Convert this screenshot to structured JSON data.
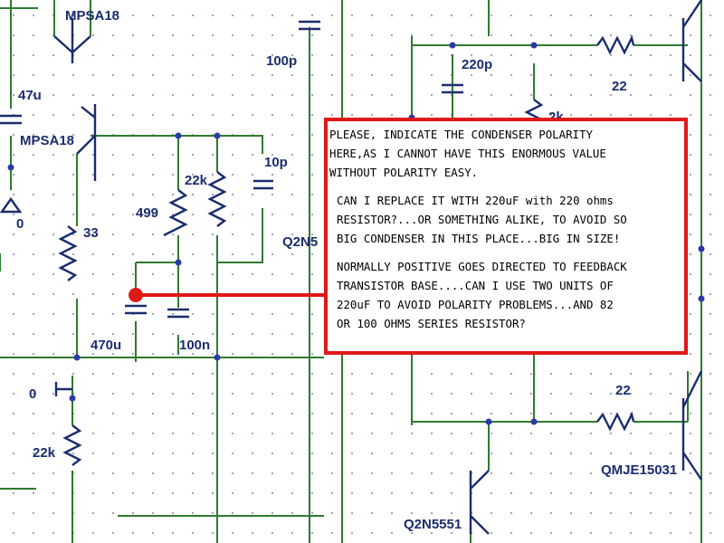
{
  "labels": {
    "mpsa18_top": "MPSA18",
    "mpsa18_mid": "MPSA18",
    "c_47u": "47u",
    "r_33": "33",
    "r_499": "499",
    "r_22k_mid": "22k",
    "r_22k_low": "22k",
    "c_100p": "100p",
    "c_10p": "10p",
    "c_220p": "220p",
    "c_470u": "470u",
    "c_100n": "100n",
    "r_22_top": "22",
    "r_22_bottom": "22",
    "q_q2n5": "Q2N5",
    "q_q2n5551": "Q2N5551",
    "q_qmje15031": "QMJE15031",
    "gnd_0": "0",
    "gnd_0_lower": "0",
    "r_partial": "2k"
  },
  "note": {
    "block1": [
      "PLEASE, INDICATE THE CONDENSER POLARITY",
      "HERE,AS I CANNOT HAVE THIS ENORMOUS VALUE",
      "WITHOUT POLARITY EASY."
    ],
    "block2": [
      "CAN I REPLACE IT WITH 220uF with 220 ohms",
      "RESISTOR?...OR SOMETHING ALIKE, TO AVOID SO",
      "BIG CONDENSER IN THIS PLACE...BIG IN SIZE!"
    ],
    "block3": [
      "NORMALLY POSITIVE GOES DIRECTED TO FEEDBACK",
      "TRANSISTOR BASE....CAN I USE TWO UNITS OF",
      "220uF TO AVOID POLARITY PROBLEMS...AND 82",
      "OR 100 OHMS SERIES RESISTOR?"
    ]
  },
  "colors": {
    "wire": "#2f7a2f",
    "component": "#1a2d6e",
    "node": "#2a3aa8",
    "callout": "#e01818"
  }
}
